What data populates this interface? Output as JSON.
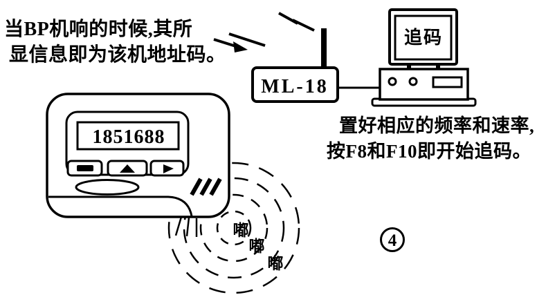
{
  "captions": {
    "top_left_line1": "当BP机响的时候,其所",
    "top_left_line2": "显信息即为该机地址码。",
    "right_line1": "置好相应的频率和速率,",
    "right_line2": "按F8和F10即开始追码。"
  },
  "pager": {
    "display_value": "1851688",
    "beeps": [
      "嘟",
      "嘟",
      "嘟"
    ]
  },
  "transmitter": {
    "label": "ML-18"
  },
  "computer": {
    "screen_text": "追码"
  },
  "figure_number": "4",
  "colors": {
    "ink": "#000000",
    "paper": "#ffffff"
  },
  "icons": {
    "pager_button_left": "filled-bar",
    "pager_button_middle": "triangle-up",
    "pager_button_right": "triangle-right",
    "speaker_grille": "triple-slash",
    "radio_wave": "lightning-zigzag",
    "sound_waves": "dashed-concentric-circles"
  }
}
